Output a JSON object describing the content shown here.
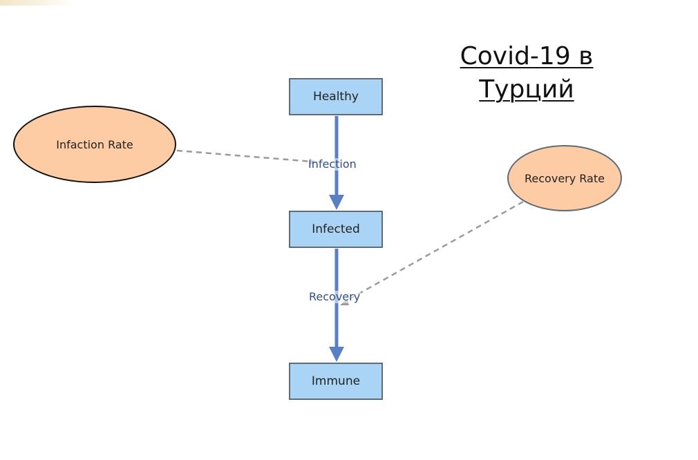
{
  "title": {
    "line1": "Covid-19 в",
    "line2": "Турций"
  },
  "stocks": {
    "healthy": "Healthy",
    "infected": "Infected",
    "immune": "Immune"
  },
  "flows": {
    "infection": "Infection",
    "recovery": "Recovery"
  },
  "variables": {
    "infaction_rate": "Infaction Rate",
    "recovery_rate": "Recovery Rate"
  },
  "colors": {
    "stock_fill": "#a9d4f5",
    "stock_border": "#5f6b78",
    "variable_fill": "#fdcba4",
    "flow_arrow": "#5b7fc4",
    "flow_label": "#2f4f86",
    "link_dashed": "#9a9a9a"
  }
}
